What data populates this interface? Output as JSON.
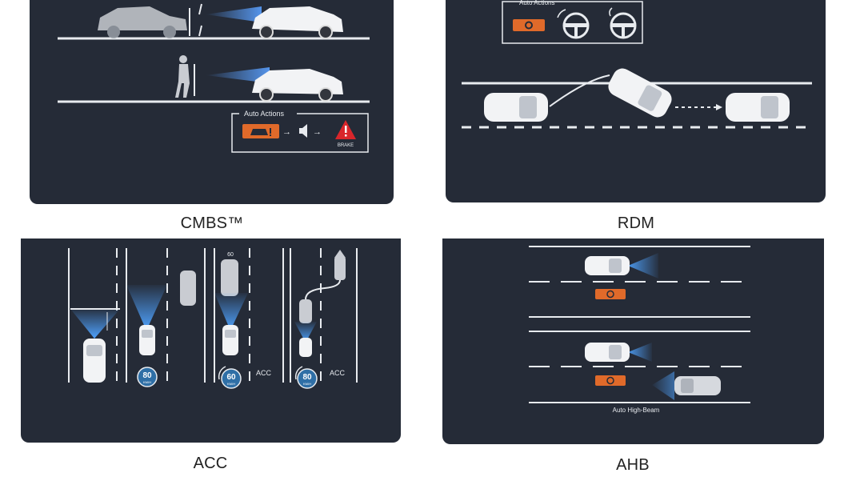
{
  "colors": {
    "panel_bg": "#252b37",
    "accent_orange": "#e06a2a",
    "warning_red": "#d9262b",
    "beam_blue": "#3a7fd0",
    "line_white": "#e8ebef"
  },
  "cmbs": {
    "caption": "CMBS™",
    "auto_actions_label": "Auto Actions",
    "brake_label": "BRAKE",
    "icons": [
      "car-warning-icon",
      "speaker-icon",
      "warning-triangle-icon"
    ]
  },
  "rdm": {
    "caption": "RDM",
    "auto_actions_label": "Auto Actions",
    "icons": [
      "lane-departure-icon",
      "steering-wheel-icon",
      "steering-wheel-icon"
    ]
  },
  "acc": {
    "caption": "ACC",
    "signs": [
      "80",
      "60",
      "80"
    ],
    "sign_unit": "KM/H",
    "lead_speed": "60",
    "acc_labels": [
      "ACC",
      "ACC"
    ]
  },
  "ahb": {
    "caption": "AHB",
    "label": "Auto High-Beam",
    "icons": [
      "high-beam-icon",
      "high-beam-icon"
    ]
  }
}
